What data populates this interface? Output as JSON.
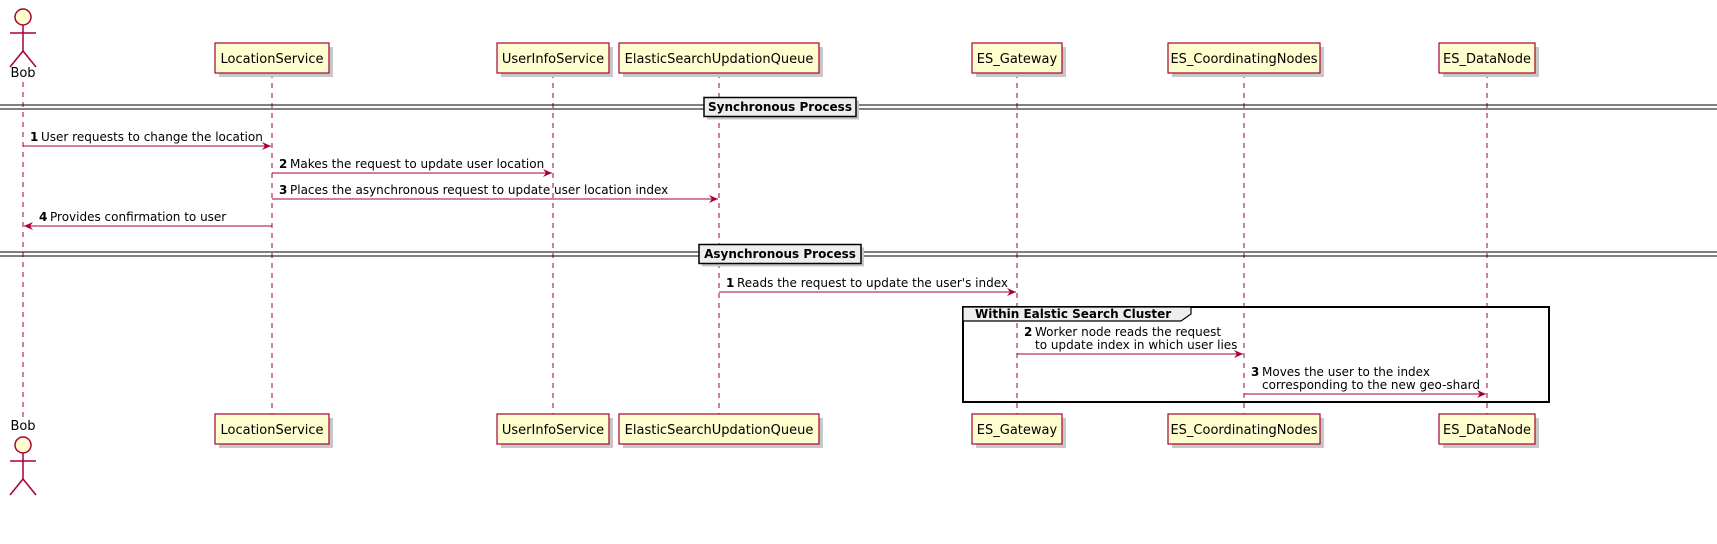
{
  "colors": {
    "participant_fill": "#FEFECE",
    "participant_border": "#A80036",
    "arrow": "#A80036",
    "lifeline": "#A80036",
    "divider_fill": "#EEEEEE",
    "group_border": "#000000"
  },
  "participants": [
    {
      "id": "bob",
      "label": "Bob",
      "kind": "actor"
    },
    {
      "id": "loc",
      "label": "LocationService",
      "kind": "box"
    },
    {
      "id": "uis",
      "label": "UserInfoService",
      "kind": "box"
    },
    {
      "id": "esq",
      "label": "ElasticSearchUpdationQueue",
      "kind": "box"
    },
    {
      "id": "esg",
      "label": "ES_Gateway",
      "kind": "box"
    },
    {
      "id": "esc",
      "label": "ES_CoordinatingNodes",
      "kind": "box"
    },
    {
      "id": "esd",
      "label": "ES_DataNode",
      "kind": "box"
    }
  ],
  "dividers": [
    {
      "label": "Synchronous Process"
    },
    {
      "label": "Asynchronous Process"
    }
  ],
  "group": {
    "label": "Within Ealstic Search Cluster"
  },
  "messages": [
    {
      "num": "1",
      "text": [
        "User requests to change the location"
      ],
      "from": "bob",
      "to": "loc"
    },
    {
      "num": "2",
      "text": [
        "Makes the request to update user location"
      ],
      "from": "loc",
      "to": "uis"
    },
    {
      "num": "3",
      "text": [
        "Places the asynchronous request to update user location index"
      ],
      "from": "loc",
      "to": "esq"
    },
    {
      "num": "4",
      "text": [
        "Provides confirmation to user"
      ],
      "from": "loc",
      "to": "bob"
    },
    {
      "num": "1",
      "text": [
        "Reads the request to update the user's index"
      ],
      "from": "esq",
      "to": "esg"
    },
    {
      "num": "2",
      "text": [
        "Worker node reads the request",
        "to update index in which user lies"
      ],
      "from": "esg",
      "to": "esc"
    },
    {
      "num": "3",
      "text": [
        "Moves the user to the index",
        "corresponding to the new geo-shard"
      ],
      "from": "esc",
      "to": "esd"
    }
  ]
}
